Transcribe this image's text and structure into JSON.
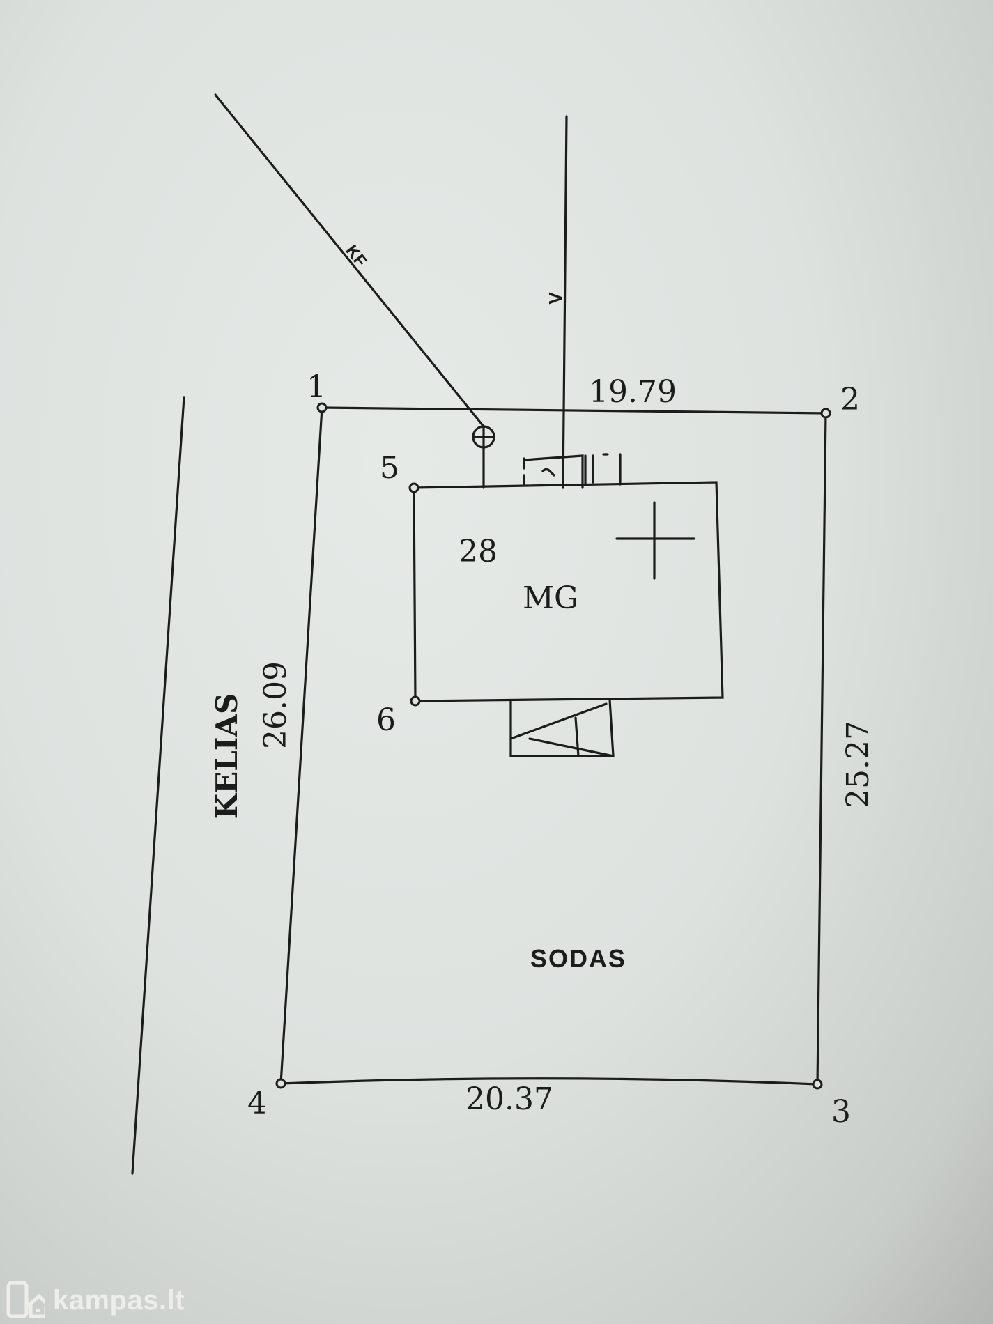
{
  "plan": {
    "points": [
      "1",
      "2",
      "3",
      "4",
      "5",
      "6"
    ],
    "dimensions": {
      "top": "19.79",
      "right": "25.27",
      "bottom": "20.37",
      "left": "26.09"
    },
    "building": {
      "number": "28",
      "code": "MG"
    },
    "road_label": "KELIAS",
    "garden_label": "SODAS",
    "line_labels": {
      "diagonal": "KF",
      "vertical": "V"
    }
  },
  "watermark": {
    "brand": "kampas.lt"
  }
}
